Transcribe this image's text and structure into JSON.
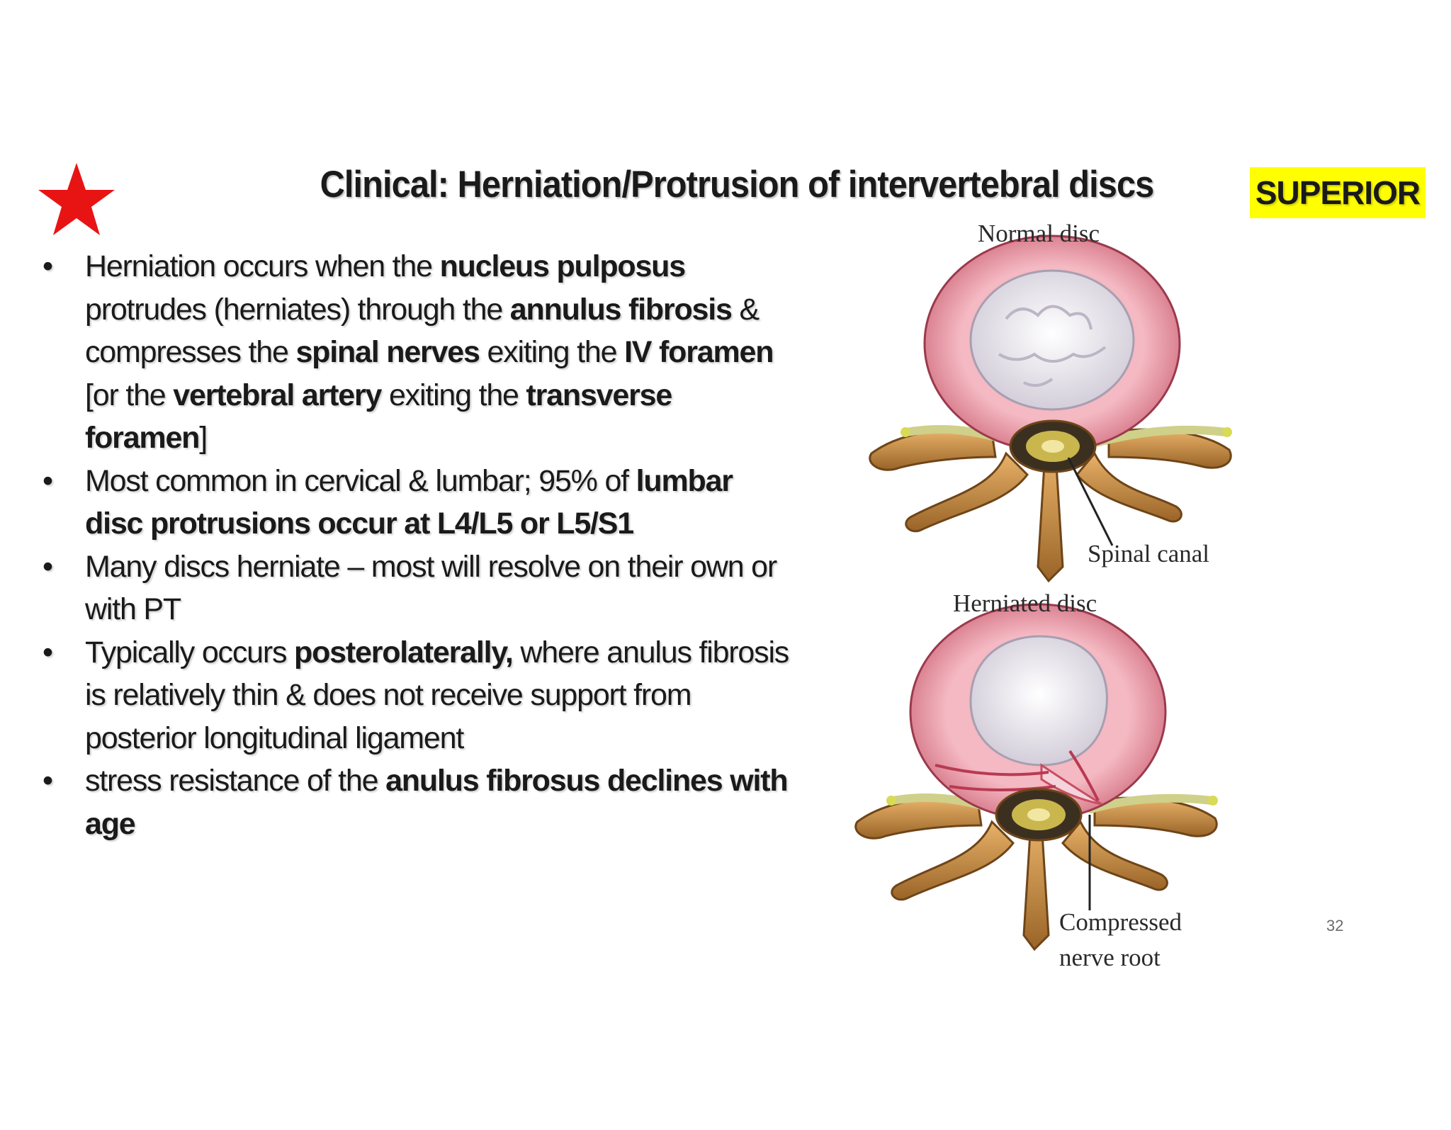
{
  "slide": {
    "title": "Clinical: Herniation/Protrusion of intervertebral discs",
    "badge": "SUPERIOR",
    "page_number": "32",
    "star_icon_color": "#e81414",
    "badge_color": "#ffff00"
  },
  "bullets": [
    [
      {
        "t": "Herniation occurs when the ",
        "b": false
      },
      {
        "t": "nucleus pulposus",
        "b": true
      },
      {
        "t": " protrudes (herniates) through the ",
        "b": false
      },
      {
        "t": "annulus fibrosis",
        "b": true
      },
      {
        "t": " & compresses the ",
        "b": false
      },
      {
        "t": "spinal nerves",
        "b": true
      },
      {
        "t": " exiting the ",
        "b": false
      },
      {
        "t": "IV foramen",
        "b": true
      },
      {
        "t": " [or the ",
        "b": false
      },
      {
        "t": "vertebral artery",
        "b": true
      },
      {
        "t": " exiting the ",
        "b": false
      },
      {
        "t": "transverse foramen",
        "b": true
      },
      {
        "t": "]",
        "b": false
      }
    ],
    [
      {
        "t": "Most common in cervical & lumbar; 95% of ",
        "b": false
      },
      {
        "t": "lumbar disc protrusions occur at L4/L5 or L5/S1",
        "b": true
      }
    ],
    [
      {
        "t": "Many discs herniate – most will resolve on their own or with PT",
        "b": false
      }
    ],
    [
      {
        "t": "Typically occurs ",
        "b": false
      },
      {
        "t": "posterolaterally,",
        "b": true
      },
      {
        "t": " where anulus fibrosis is relatively thin & does not receive support from posterior longitudinal ligament",
        "b": false
      }
    ],
    [
      {
        "t": "stress resistance of the ",
        "b": false
      },
      {
        "t": "anulus fibrosus declines with age",
        "b": true
      }
    ]
  ],
  "figure": {
    "normal_label": "Normal disc",
    "canal_label": "Spinal canal",
    "herniated_label": "Herniated disc",
    "compressed_label_1": "Compressed",
    "compressed_label_2": "nerve root"
  }
}
